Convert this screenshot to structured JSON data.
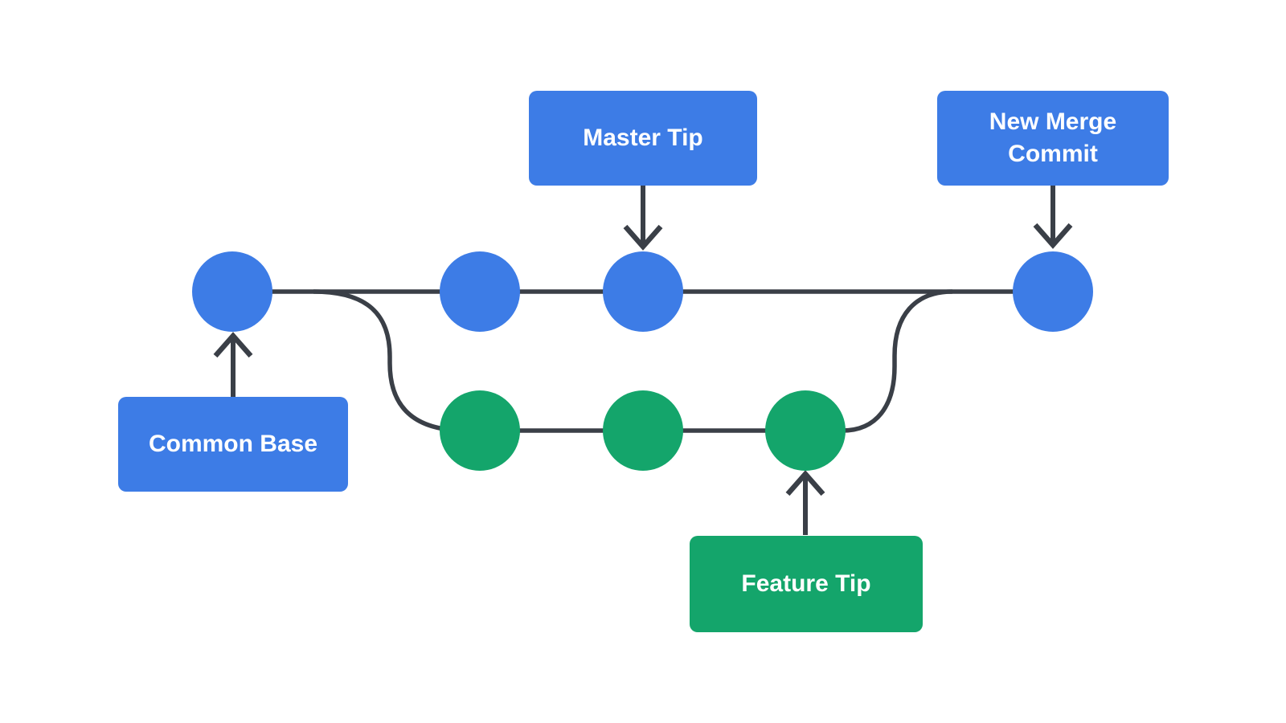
{
  "title": "Git merge commit diagram",
  "colors": {
    "master_branch": "#3d7ce6",
    "feature_branch": "#14a56b",
    "connector": "#3a3f47",
    "label_text": "#ffffff",
    "background": "#ffffff"
  },
  "labels": {
    "master_tip": "Master Tip",
    "new_merge_commit": "New Merge Commit",
    "common_base": "Common Base",
    "feature_tip": "Feature Tip"
  },
  "diagram": {
    "type": "git-branch-merge",
    "branches": [
      {
        "name": "master",
        "color_key": "master_branch",
        "commit_count": 4,
        "commits": [
          "common-base",
          "master-2",
          "master-tip",
          "new-merge-commit"
        ]
      },
      {
        "name": "feature",
        "color_key": "feature_branch",
        "commit_count": 3,
        "commits": [
          "feature-1",
          "feature-2",
          "feature-tip"
        ],
        "branches_off_after": "common-base",
        "merges_into": "new-merge-commit"
      }
    ],
    "annotations": [
      {
        "label_key": "master_tip",
        "target": "master-tip",
        "arrow_direction": "down"
      },
      {
        "label_key": "new_merge_commit",
        "target": "new-merge-commit",
        "arrow_direction": "down"
      },
      {
        "label_key": "common_base",
        "target": "common-base",
        "arrow_direction": "up"
      },
      {
        "label_key": "feature_tip",
        "target": "feature-tip",
        "arrow_direction": "up"
      }
    ]
  }
}
